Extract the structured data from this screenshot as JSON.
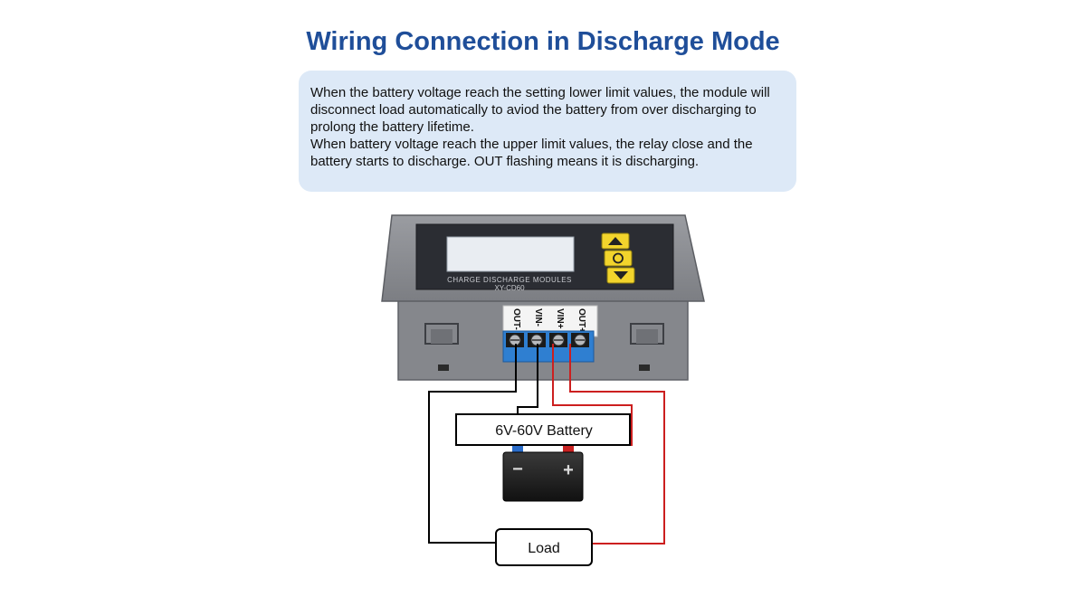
{
  "title": "Wiring Connection in Discharge Mode",
  "description": {
    "line1": "When the battery voltage reach the setting lower limit values, the module will disconnect load automatically to aviod the battery from over discharging to prolong the battery lifetime.",
    "line2": "When battery voltage reach the upper limit values, the relay close and the battery starts to discharge. OUT flashing means it is discharging."
  },
  "module": {
    "label_line1": "CHARGE DISCHARGE MODULES",
    "label_line2": "XY-CD60",
    "terminals": [
      "OUT-",
      "VIN-",
      "VIN+",
      "OUT+"
    ],
    "buttons": [
      "up-arrow",
      "set",
      "down-arrow"
    ]
  },
  "battery": {
    "label": "6V-60V Battery",
    "minus": "−",
    "plus": "+"
  },
  "load": {
    "label": "Load"
  },
  "colors": {
    "title": "#1f4e99",
    "description_bg": "#dde9f7",
    "wire_negative": "#000000",
    "wire_positive": "#cc1f1f",
    "module_body": "#8a8c91",
    "terminal_block": "#2f7fd1",
    "button": "#f2d42c"
  }
}
